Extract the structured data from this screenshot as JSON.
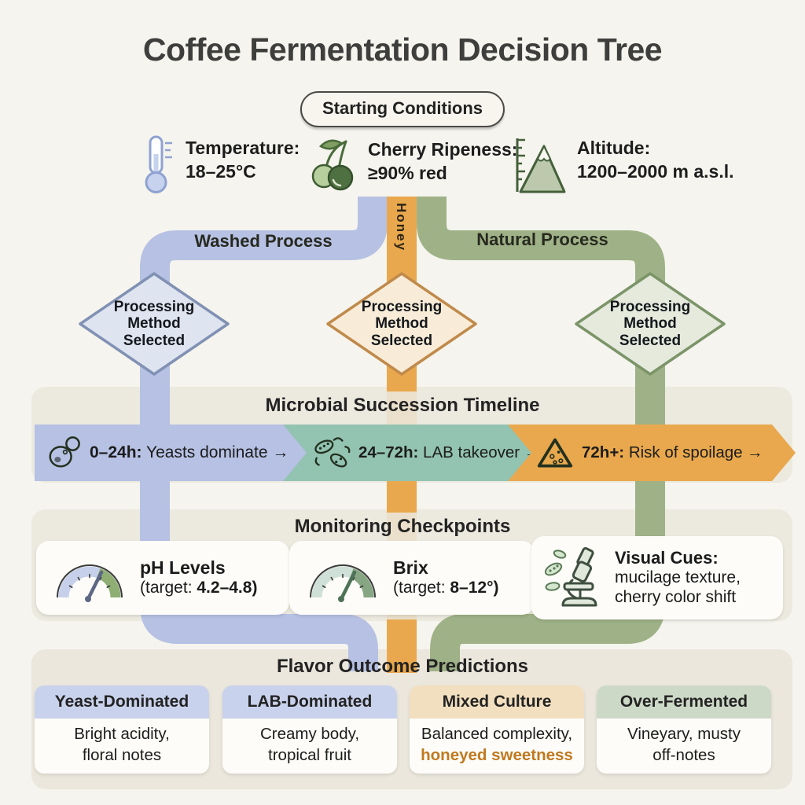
{
  "title": "Coffee Fermentation Decision Tree",
  "start_pill": "Starting Conditions",
  "conditions": [
    {
      "icon": "thermometer-icon",
      "label": "Temperature:",
      "value": "18–25°C"
    },
    {
      "icon": "cherry-icon",
      "label": "Cherry Ripeness:",
      "value": "≥90% red"
    },
    {
      "icon": "mountain-altitude-icon",
      "label": "Altitude:",
      "value": "1200–2000 m a.s.l."
    }
  ],
  "branches": {
    "washed_label": "Washed Process",
    "honey_label": "Honey",
    "natural_label": "Natural Process",
    "diamond_label": "Processing Method Selected"
  },
  "timeline": {
    "header": "Microbial Succession Timeline",
    "segments": [
      {
        "icon": "yeast-cell-icon",
        "bold": "0–24h:",
        "text": " Yeasts dominate →"
      },
      {
        "icon": "bacteria-icon",
        "bold": "24–72h:",
        "text": " LAB takeover →"
      },
      {
        "icon": "warning-triangle-icon",
        "bold": "72h+:",
        "text": " Risk of spoilage →"
      }
    ]
  },
  "monitoring": {
    "header": "Monitoring Checkpoints",
    "cards": [
      {
        "icon": "gauge-icon",
        "title": "pH Levels",
        "target_prefix": "(target: ",
        "target_value": "4.2–4.8)"
      },
      {
        "icon": "gauge-icon",
        "title": "Brix",
        "target_prefix": "(target: ",
        "target_value": "8–12°)"
      },
      {
        "icon": "microscope-icon",
        "title": "Visual Cues:",
        "line1": "mucilage texture,",
        "line2": "cherry color shift"
      }
    ]
  },
  "outcomes": {
    "header": "Flavor Outcome Predictions",
    "cards": [
      {
        "title": "Yeast-Dominated",
        "line1": "Bright acidity,",
        "line2": "floral notes",
        "header_color": "#c9d2ec",
        "line2_color": "#1c1c1c"
      },
      {
        "title": "LAB-Dominated",
        "line1": "Creamy body,",
        "line2": "tropical fruit",
        "header_color": "#c9d2ec",
        "line2_color": "#1c1c1c"
      },
      {
        "title": "Mixed Culture",
        "line1": "Balanced complexity,",
        "line2": "honeyed sweetness",
        "header_color": "#f2dfbf",
        "line2_color": "#c0791f"
      },
      {
        "title": "Over-Fermented",
        "line1": "Vineyary, musty",
        "line2": "off-notes",
        "header_color": "#cdd9c7",
        "line2_color": "#1c1c1c"
      }
    ]
  },
  "colors": {
    "background": "#f5f4ee",
    "washed_blue": "#b6c1e4",
    "honey_orange": "#e9a84d",
    "natural_green": "#9fb287",
    "lab_teal": "#93c3b1",
    "panel_beige": "#ebe7dd",
    "honeyed_text": "#c0791f",
    "diamond_washed_fill": "#dfe4f1",
    "diamond_washed_border": "#8191b3",
    "diamond_honey_fill": "#f8ecd8",
    "diamond_honey_border": "#c08a4b",
    "diamond_natural_fill": "#e5eadd",
    "diamond_natural_border": "#7b9468"
  }
}
